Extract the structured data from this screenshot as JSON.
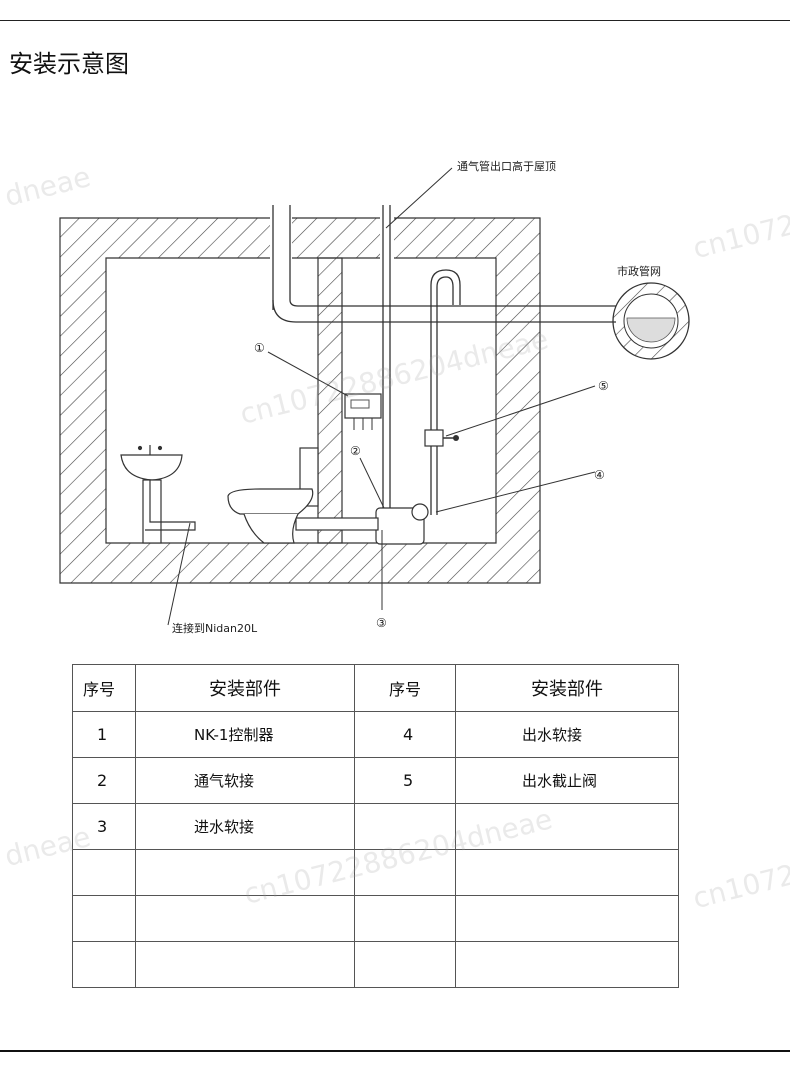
{
  "page": {
    "title": "安装示意图"
  },
  "diagram": {
    "labels": {
      "vent_roof": "通气管出口高于屋顶",
      "municipal": "市政管网",
      "connect": "连接到Nidan20L",
      "n1": "①",
      "n2": "②",
      "n3": "③",
      "n4": "④",
      "n5": "⑤"
    }
  },
  "table": {
    "headers": [
      "序号",
      "安装部件",
      "序号",
      "安装部件"
    ],
    "rows": [
      [
        "1",
        "NK-1控制器",
        "4",
        "出水软接"
      ],
      [
        "2",
        "通气软接",
        "5",
        "出水截止阀"
      ],
      [
        "3",
        "进水软接",
        "",
        ""
      ],
      [
        "",
        "",
        "",
        ""
      ],
      [
        "",
        "",
        "",
        ""
      ],
      [
        "",
        "",
        "",
        ""
      ]
    ]
  },
  "watermarks": [
    "dneae",
    "cn1072",
    "cn10722886204dneae"
  ],
  "colors": {
    "line": "#333333",
    "rule": "#111111"
  }
}
